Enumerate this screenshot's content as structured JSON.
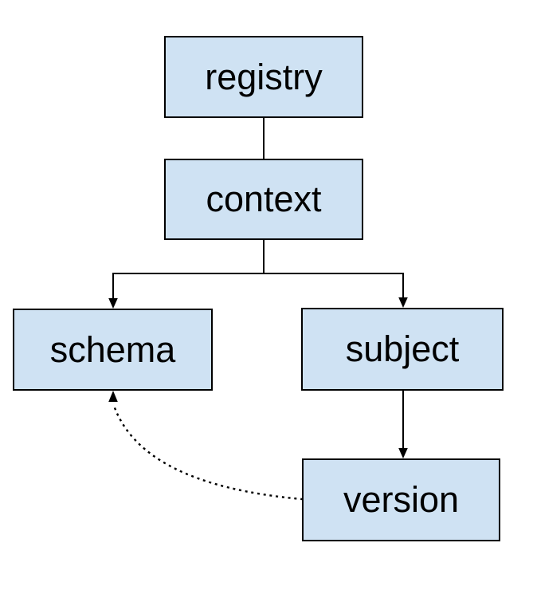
{
  "diagram": {
    "background_color": "#ffffff",
    "node_fill_color": "#cfe2f3",
    "node_border_color": "#000000",
    "edge_color": "#000000",
    "nodes": [
      {
        "id": "registry",
        "label": "registry"
      },
      {
        "id": "context",
        "label": "context"
      },
      {
        "id": "schema",
        "label": "schema"
      },
      {
        "id": "subject",
        "label": "subject"
      },
      {
        "id": "version",
        "label": "version"
      }
    ],
    "edges": [
      {
        "from": "registry",
        "to": "context",
        "style": "solid",
        "arrow": "none"
      },
      {
        "from": "context",
        "to": "schema",
        "style": "solid",
        "arrow": "filled-triangle"
      },
      {
        "from": "context",
        "to": "subject",
        "style": "solid",
        "arrow": "filled-triangle"
      },
      {
        "from": "subject",
        "to": "version",
        "style": "solid",
        "arrow": "filled-triangle"
      },
      {
        "from": "version",
        "to": "schema",
        "style": "dotted",
        "arrow": "filled-triangle"
      }
    ]
  }
}
